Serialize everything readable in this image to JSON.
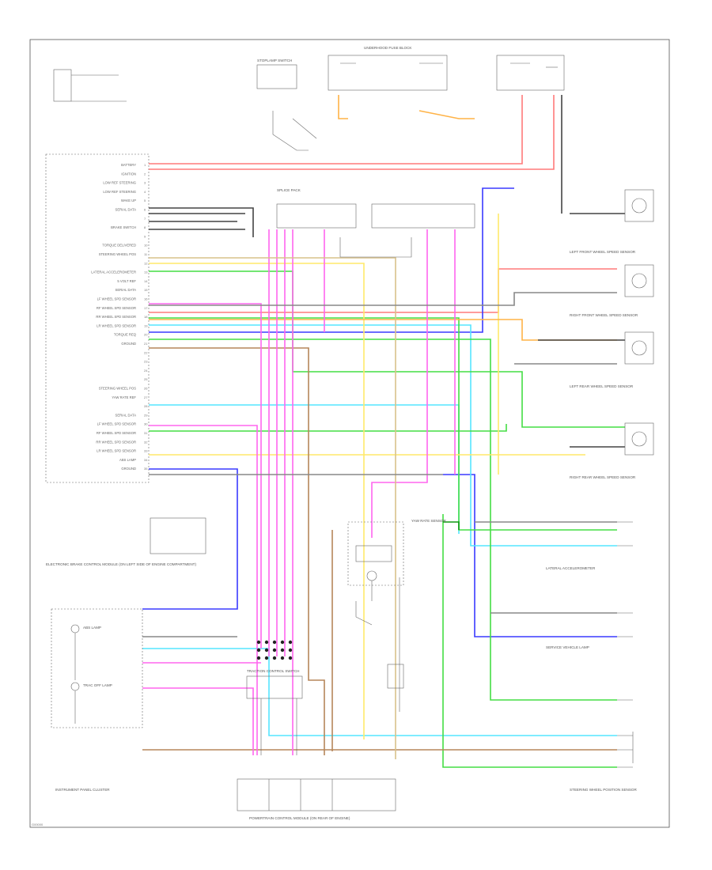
{
  "page_code": "G00000",
  "components": {
    "ebcm": "ELECTRONIC BRAKE CONTROL MODULE (ON LEFT SIDE OF ENGINE COMPARTMENT)",
    "instrument_cluster": "INSTRUMENT PANEL CLUSTER",
    "pcm": "POWERTRAIN CONTROL MODULE (ON REAR OF ENGINE)",
    "lf_sensor": "LEFT FRONT WHEEL SPEED SENSOR",
    "rf_sensor": "RIGHT FRONT WHEEL SPEED SENSOR",
    "lr_sensor": "LEFT REAR WHEEL SPEED SENSOR",
    "rr_sensor": "RIGHT REAR WHEEL SPEED SENSOR",
    "steering_sensor": "STEERING WHEEL POSITION SENSOR",
    "brake_switch": "STOPLAMP SWITCH",
    "fuse_block": "UNDERHOOD FUSE BLOCK",
    "splice_pack": "SPLICE PACK",
    "yaw_sensor": "YAW RATE SENSOR",
    "lat_sensor": "LATERAL ACCELEROMETER",
    "traction_switch": "TRACTION CONTROL SWITCH",
    "abs_lamp": "ABS LAMP",
    "trac_lamp": "TRAC OFF LAMP",
    "check_lamp": "SERVICE VEHICLE LAMP"
  },
  "ebcm_pins": [
    "BATTERY",
    "IGNITION",
    "LOW REF STEERING",
    "LOW REF STEERING",
    "WAKE UP",
    "SERIAL DATA",
    "",
    "BRAKE SWITCH",
    "",
    "TORQUE DELIVERED",
    "STEERING WHEEL POS",
    "",
    "LATERAL ACCELEROMETER",
    "5 VOLT REF",
    "SERIAL DATA",
    "LF WHEEL SPD SENSOR",
    "RF WHEEL SPD SENSOR",
    "RR WHEEL SPD SENSOR",
    "LR WHEEL SPD SENSOR",
    "TORQUE REQ",
    "GROUND",
    "",
    "",
    "",
    "",
    "STEERING WHEEL POS",
    "YAW RATE REF",
    "",
    "SERIAL DATA",
    "LF WHEEL SPD SENSOR",
    "RF WHEEL SPD SENSOR",
    "RR WHEEL SPD SENSOR",
    "LR WHEEL SPD SENSOR",
    "ABS LAMP",
    "GROUND"
  ],
  "colors": {
    "red": "#ff7a7a",
    "pink": "#ff66ee",
    "blue": "#3a3aff",
    "lightblue": "#55e5ff",
    "green": "#44dd44",
    "yellow": "#ffe96a",
    "orange": "#ffb347",
    "brown": "#b5865a",
    "darkgreen": "#119911",
    "tan": "#d8c28a",
    "gray": "#888888"
  }
}
